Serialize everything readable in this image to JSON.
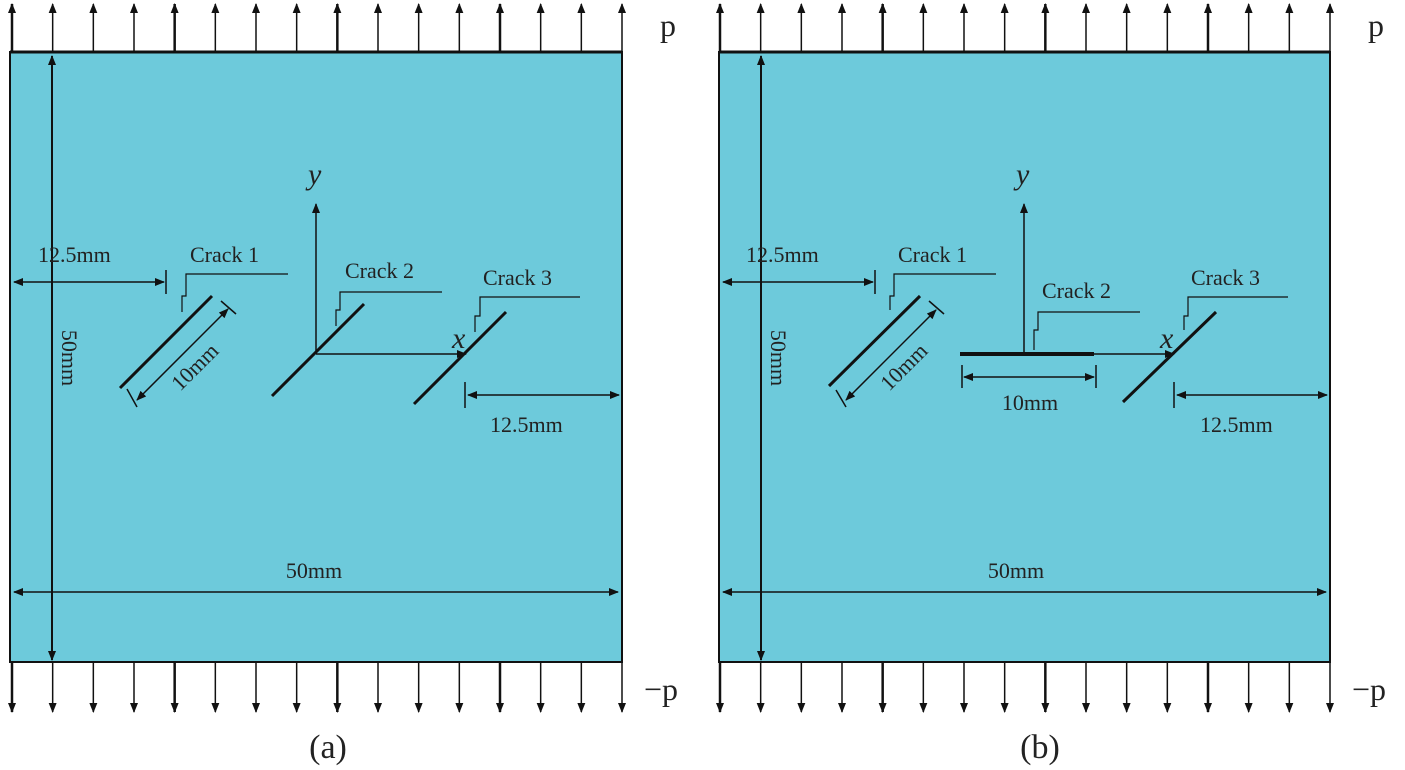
{
  "colors": {
    "plate": "#6dcadb",
    "line": "#111111",
    "background": "#ffffff"
  },
  "load_labels": {
    "top": "p",
    "bottom": "−p"
  },
  "dimensions": {
    "left_offset": "12.5mm",
    "right_offset": "12.5mm",
    "crack_length": "10mm",
    "width": "50mm",
    "height": "50mm"
  },
  "axes": {
    "x": "x",
    "y": "y"
  },
  "crack_labels": [
    "Crack 1",
    "Crack 2",
    "Crack 3"
  ],
  "panels": [
    {
      "caption": "(a)"
    },
    {
      "caption": "(b)"
    }
  ]
}
